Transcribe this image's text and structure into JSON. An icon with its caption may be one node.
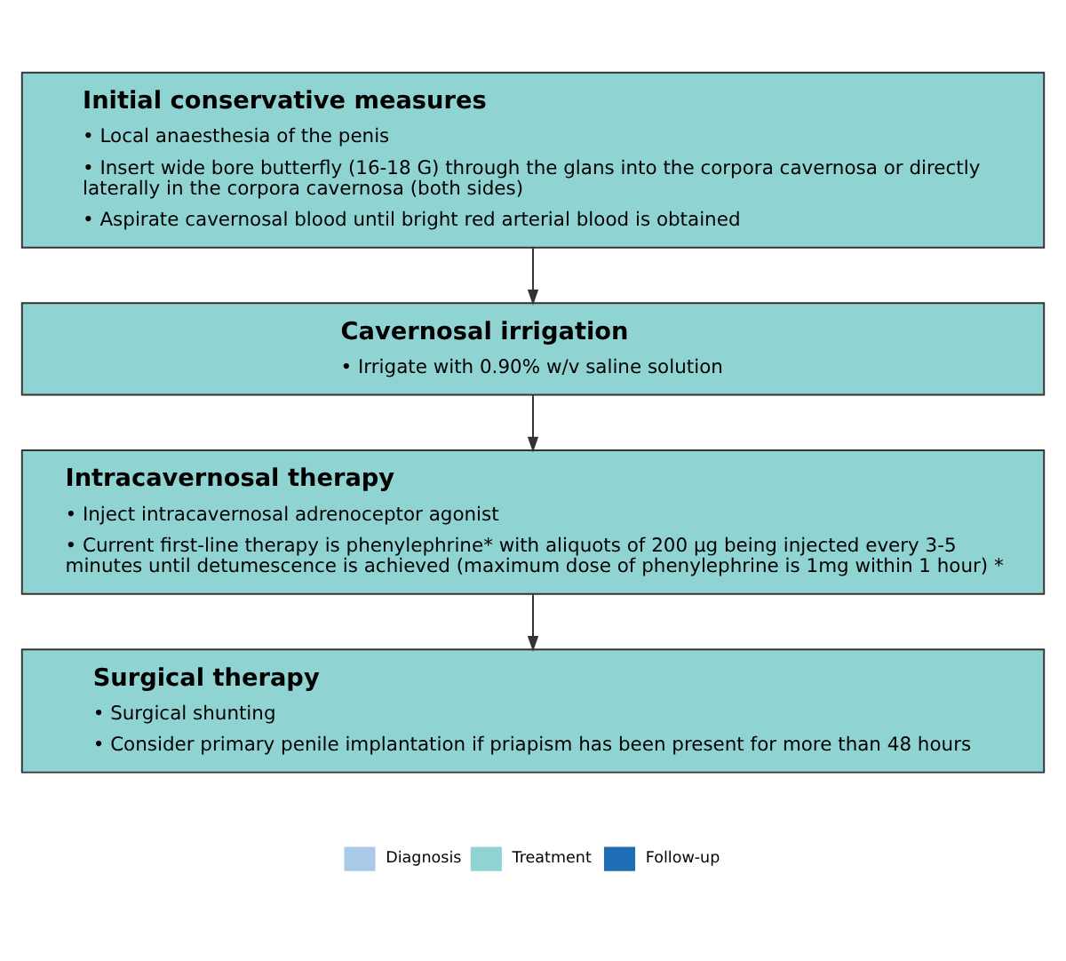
{
  "diagram": {
    "nodes": [
      {
        "text": [
          "Initial conservative measures",
          "• Local anaesthesia of the penis",
          "• Insert wide bore butterfly (16-18 G) through the glans into the corpora cavernosa or directly laterally in the corpora cavernosa (both sides)",
          "• Aspirate cavernosal blood until bright red arterial blood is obtained"
        ]
      },
      {
        "text": [
          "Cavernosal irrigation",
          "• Irrigate with 0.90% w/v saline solution"
        ]
      },
      {
        "text": [
          "Intracavernosal therapy",
          "• Inject intracavernosal adrenoceptor agonist",
          "• Current first-line therapy is phenylephrine* with aliquots of 200 µg being injected every 3-5 minutes until detumescence is achieved (maximum dose of phenylephrine is 1mg within 1 hour) *"
        ]
      },
      {
        "text": [
          "Surgical therapy",
          "• Surgical shunting",
          "• Consider primary penile implantation if priapism has been present for more than 48 hours"
        ]
      }
    ],
    "edges": [
      {
        "from": 0,
        "to": 1,
        "arrow": "to"
      },
      {
        "from": 1,
        "to": 2,
        "arrow": "to"
      },
      {
        "from": 2,
        "to": 3,
        "arrow": "to"
      }
    ],
    "legend": [
      {
        "text": "Diagnosis",
        "color": "#a9cbe9"
      },
      {
        "text": "Treatment",
        "color": "#8fd3d2"
      },
      {
        "text": "Follow-up",
        "color": "#1f6db5"
      }
    ]
  }
}
